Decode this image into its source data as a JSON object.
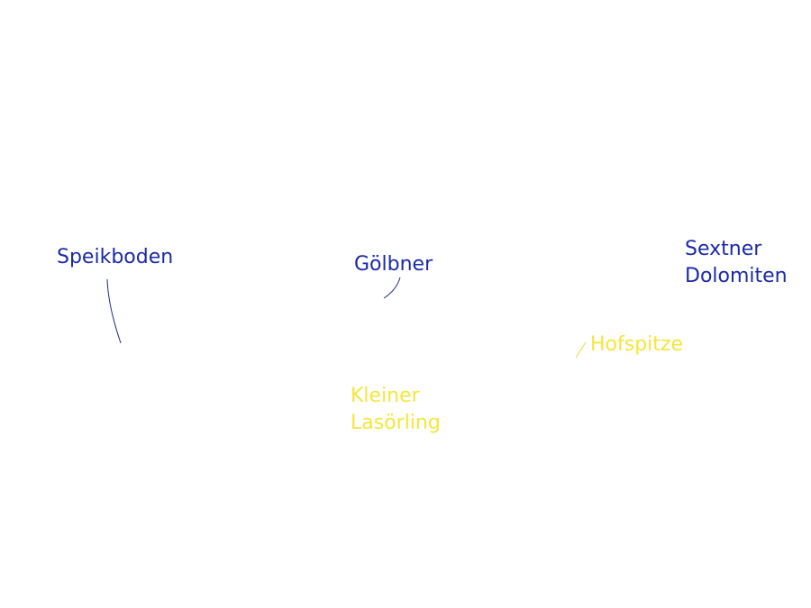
{
  "colors": {
    "background": "#ffffff",
    "blue_label": "#1a2aa8",
    "yellow_label": "#f5e63a",
    "blue_leader": "#1a2a8a",
    "yellow_leader": "#e8d83a"
  },
  "labels": {
    "speikboden": {
      "text": "Speikboden",
      "color_key": "blue"
    },
    "goelbner": {
      "text": "Gölbner",
      "color_key": "blue"
    },
    "sextner_dolomiten": {
      "line1": "Sextner",
      "line2": "Dolomiten",
      "color_key": "blue"
    },
    "hofspitze": {
      "text": "Hofspitze",
      "color_key": "yellow"
    },
    "kleiner_lasoerling": {
      "line1": "Kleiner",
      "line2": "Lasörling",
      "color_key": "yellow"
    }
  }
}
